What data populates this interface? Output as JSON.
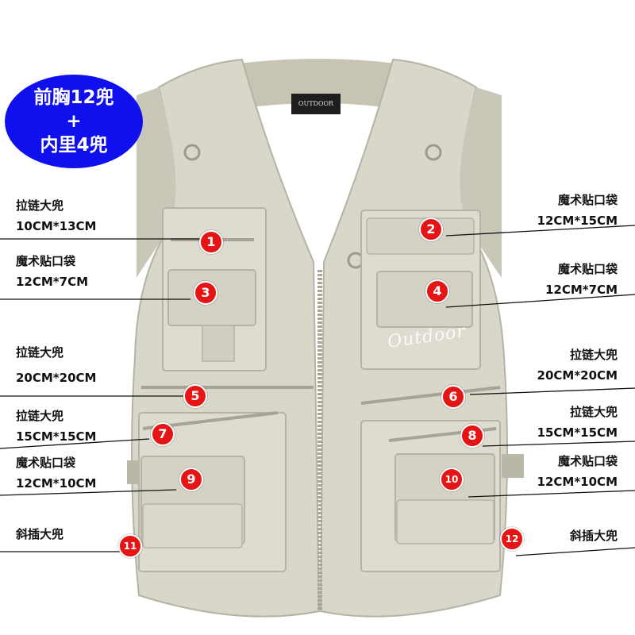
{
  "badge": {
    "line1": "前胸12兜",
    "line2": "+",
    "line3": "内里4兜"
  },
  "brand_label": "OUTDOOR",
  "embroidery": "Outdoor",
  "pockets": [
    {
      "num": "1",
      "name": "拉链大兜",
      "size": "10CM*13CM"
    },
    {
      "num": "2",
      "name": "魔术贴口袋",
      "size": "12CM*15CM"
    },
    {
      "num": "3",
      "name": "魔术贴口袋",
      "size": "12CM*7CM"
    },
    {
      "num": "4",
      "name": "魔术贴口袋",
      "size": "12CM*7CM"
    },
    {
      "num": "5",
      "name": "拉链大兜",
      "size": "20CM*20CM"
    },
    {
      "num": "6",
      "name": "拉链大兜",
      "size": "20CM*20CM"
    },
    {
      "num": "7",
      "name": "拉链大兜",
      "size": "15CM*15CM"
    },
    {
      "num": "8",
      "name": "拉链大兜",
      "size": "15CM*15CM"
    },
    {
      "num": "9",
      "name": "魔术贴口袋",
      "size": "12CM*10CM"
    },
    {
      "num": "10",
      "name": "魔术贴口袋",
      "size": "12CM*10CM"
    },
    {
      "num": "11",
      "name": "斜插大兜",
      "size": ""
    },
    {
      "num": "12",
      "name": "斜插大兜",
      "size": ""
    }
  ],
  "colors": {
    "vest": "#d6d4c6",
    "vest_shadow": "#b9b7a8",
    "badge": "#1010ee",
    "marker": "#e51515"
  }
}
